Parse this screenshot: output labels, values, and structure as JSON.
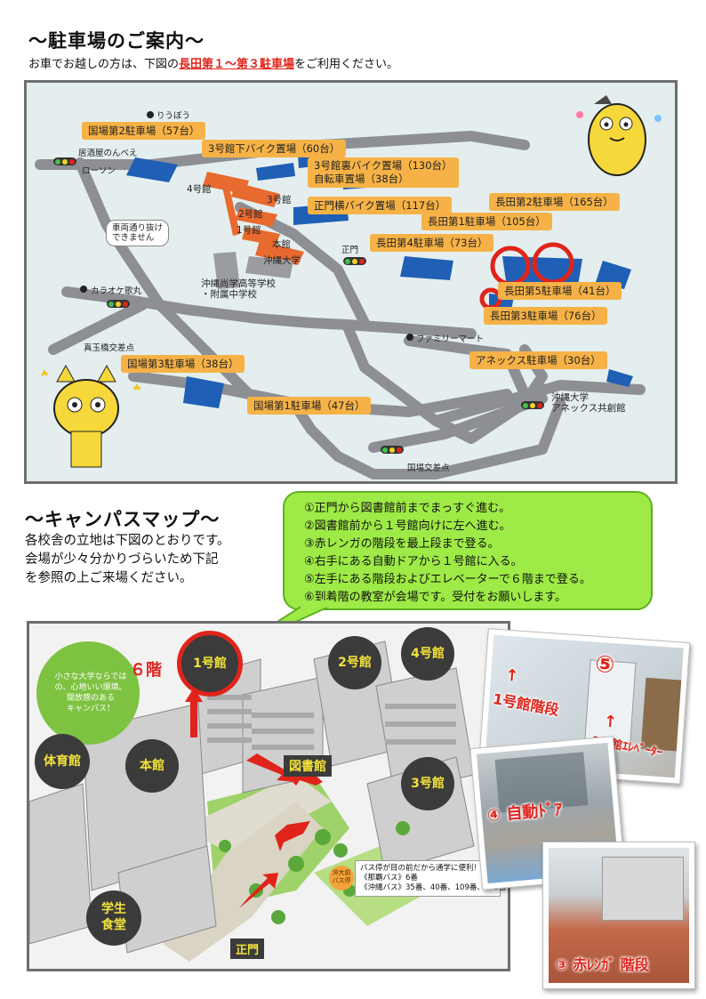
{
  "parking": {
    "title": "～駐車場のご案内～",
    "subtitle_pre": "お車でお越しの方は、下図の",
    "subtitle_highlight": "長田第１～第３駐車場",
    "subtitle_post": "をご利用ください。",
    "labels": [
      "国場第2駐車場（57台）",
      "3号館下バイク置場（60台）",
      "3号館裏バイク置場（130台）",
      "自転車置場（38台）",
      "正門横バイク置場（117台）",
      "長田第2駐車場（165台）",
      "長田第1駐車場（105台）",
      "長田第4駐車場（73台）",
      "長田第5駐車場（41台）",
      "長田第3駐車場（76台）",
      "国場第3駐車場（38台）",
      "アネックス駐車場（30台）",
      "国場第1駐車場（47台）"
    ],
    "places": {
      "ryubo": "りうぼう",
      "izakaya": "居酒屋のんべえ",
      "lawson": "ローソン",
      "karaoke": "カラオケ歌丸",
      "madama": "真玉橋交差点",
      "familymart": "ファミリーマート",
      "kokuba_cross": "国場交差点",
      "seimon": "正門",
      "no_through": "車両通り抜け\nできません",
      "annex": "沖縄大学\nアネックス共創館",
      "okinawa_univ": "沖縄大学",
      "highschool": "沖縄尚学高等学校\n・附属中学校"
    },
    "buildings": {
      "b4": "4号館",
      "b3": "3号館",
      "b2": "2号館",
      "b1": "1号館",
      "main": "本館"
    }
  },
  "campus": {
    "title": "～キャンパスマップ～",
    "desc": [
      "各校舎の立地は下図のとおりです。",
      "会場が少々分かりづらいため下記",
      "を参照の上ご来場ください。"
    ],
    "steps": [
      "①正門から図書館前までまっすぐ進む。",
      "②図書館前から１号館向けに左へ進む。",
      "③赤レンガの階段を最上段まで登る。",
      "④右手にある自動ドアから１号館に入る。",
      "⑤左手にある階段およびエレベーターで６階まで登る。",
      "⑥到着階の教室が会場です。受付をお願いします。"
    ],
    "floor": "６階",
    "bld1": "1号館",
    "bld2": "2号館",
    "bld3": "3号館",
    "bld4": "4号館",
    "gym": "体育館",
    "main": "本館",
    "cafeteria_1": "学生",
    "cafeteria_2": "食堂",
    "library": "図書館",
    "gate": "正門",
    "slogan": "小さな大学ならでは\nの、心地いい環境。\n開放感のある\nキャンパス！",
    "bus_note": "バス停が目の前だから通学に便利！\n《那覇バス》6番\n《沖縄バス》35番、40番、109番、235番",
    "bus_sign": "沖大前\nバス停",
    "photo5_num": "⑤",
    "photo5_a": "1号館階段",
    "photo5_b": "1号館ｴﾚﾍﾞｰﾀｰ",
    "photo4": "④ 自動ﾄﾞｱ",
    "photo3": "③ 赤ﾚﾝｶﾞ 階段"
  },
  "colors": {
    "label_orange": "#f6b246",
    "parking_blue": "#1f5fb5",
    "highlight_red": "#e0241b",
    "bubble_green": "#9eea46",
    "building_orange": "#e86a2e"
  }
}
